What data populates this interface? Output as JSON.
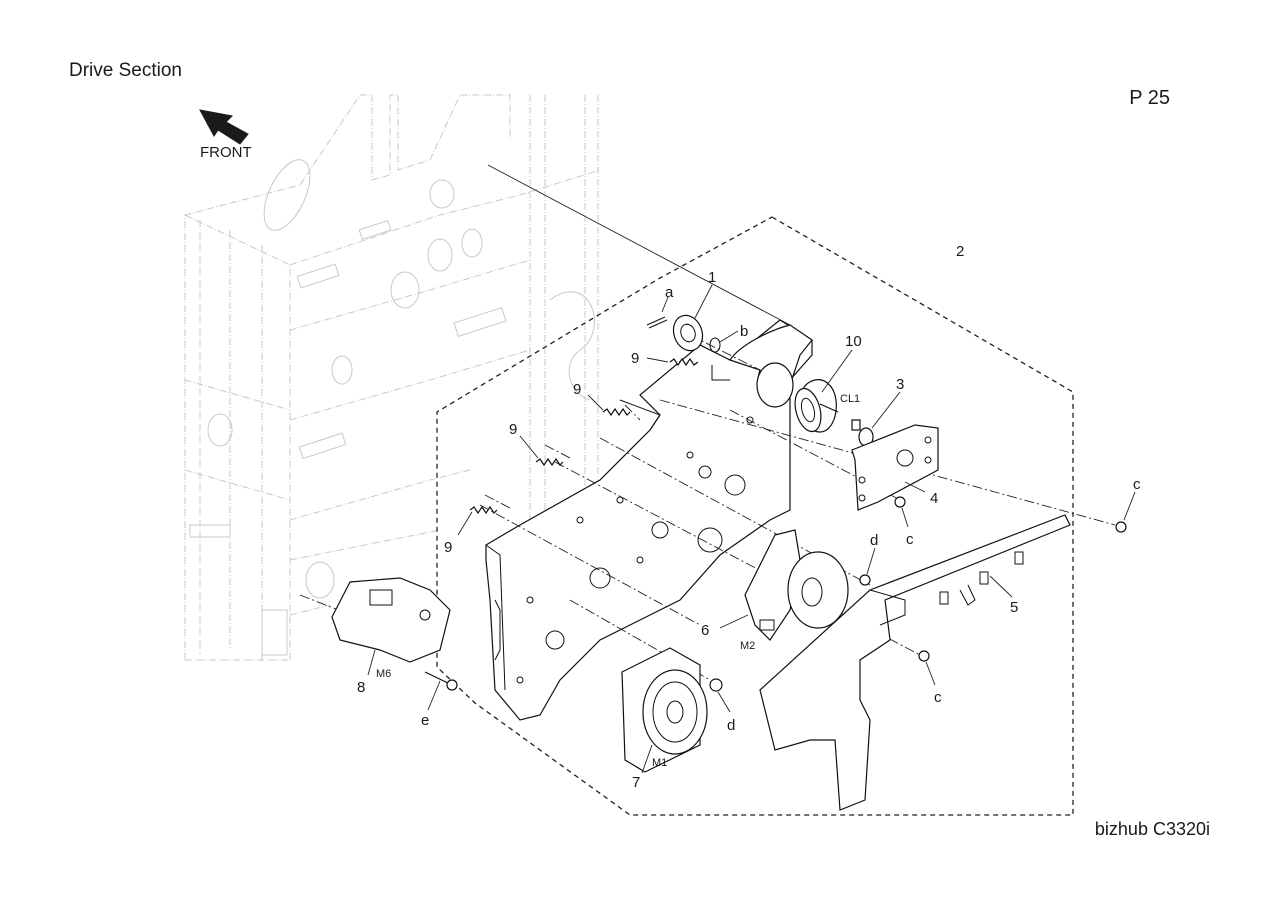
{
  "page": {
    "title": "Drive Section",
    "page_number": "P 25",
    "model": "bizhub C3320i"
  },
  "diagram": {
    "direction_label": "FRONT",
    "callouts": {
      "c1": "1",
      "c2": "2",
      "c3": "3",
      "c4": "4",
      "c5": "5",
      "c6": "6",
      "c7": "7",
      "c8": "8",
      "c9a": "9",
      "c9b": "9",
      "c9c": "9",
      "c9d": "9",
      "c10": "10",
      "ca": "a",
      "cb": "b",
      "cc1": "c",
      "cc2": "c",
      "cc3": "c",
      "cd1": "d",
      "cd2": "d",
      "ce": "e"
    },
    "component_labels": {
      "cl1": "CL1",
      "m1": "M1",
      "m2": "M2",
      "m6": "M6"
    }
  },
  "colors": {
    "frame_gray": "#c8c8c8",
    "line_black": "#111111",
    "background": "#ffffff"
  }
}
